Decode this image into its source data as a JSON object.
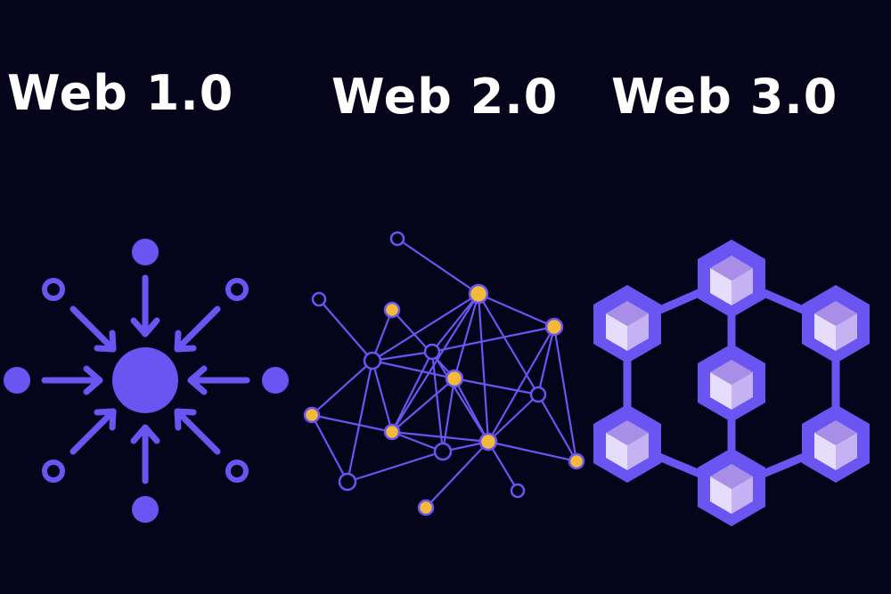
{
  "titles": {
    "web1": "Web 1.0",
    "web2": "Web 2.0",
    "web3": "Web 3.0"
  },
  "colors": {
    "background": "#05041a",
    "text": "#ffffff",
    "primary": "#6a55f2",
    "node_fill": "#f3b93a",
    "cube_top": "#a98ee8",
    "cube_left": "#e6dcfb",
    "cube_right": "#c4b2f2"
  },
  "icons": {
    "web1": "centralized-network-icon",
    "web2": "distributed-network-icon",
    "web3": "blockchain-icon"
  }
}
